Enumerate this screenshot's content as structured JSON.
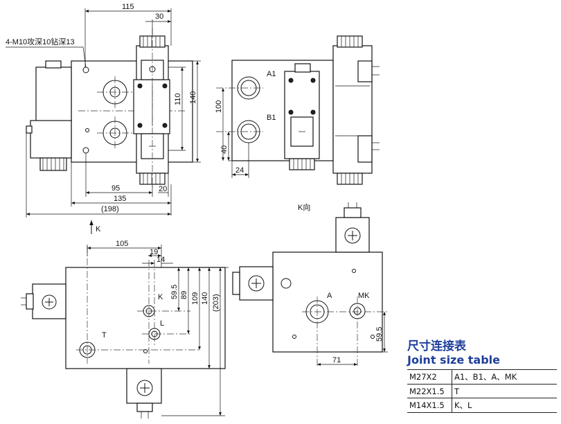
{
  "top_view": {
    "dims": {
      "d115": "115",
      "d30": "30",
      "d110": "110",
      "d140": "140",
      "d95": "95",
      "d20": "20",
      "d135": "135",
      "d198": "(198)"
    },
    "note": "4-M10攻深10钻深13"
  },
  "side_view": {
    "ports": {
      "a1": "A1",
      "b1": "B1"
    },
    "dims": {
      "d100": "100",
      "d40": "40",
      "d24": "24"
    }
  },
  "k_arrow_label": "K",
  "front_view": {
    "dims": {
      "d105": "105",
      "d19": "19",
      "d14": "14",
      "d59_5": "59.5",
      "d89": "89",
      "d109": "109",
      "d140": "140",
      "d203": "(203)"
    },
    "ports": {
      "k": "K",
      "l": "L",
      "t": "T"
    }
  },
  "k_view": {
    "title": "K向",
    "ports": {
      "a": "A",
      "mk": "MK"
    },
    "dims": {
      "d59_5": "59.5",
      "d71": "71"
    }
  },
  "size_table": {
    "title_cn": "尺寸连接表",
    "title_en": "Joint size table",
    "rows": [
      {
        "size": "M27X2",
        "ports": "A1、B1、A、MK"
      },
      {
        "size": "M22X1.5",
        "ports": "T"
      },
      {
        "size": "M14X1.5",
        "ports": "K、L"
      }
    ]
  }
}
